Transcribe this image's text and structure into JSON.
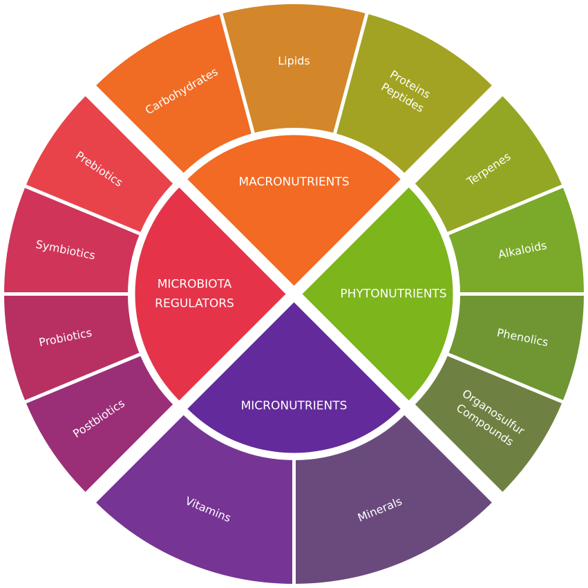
{
  "diagram": {
    "quadrants": [
      {
        "id": "macronutrients",
        "lines": [
          "MACRONUTRIENTS"
        ],
        "color": "#f26a24",
        "segments": [
          {
            "lines": [
              "Carbohydrates"
            ],
            "color": "#f06b24"
          },
          {
            "lines": [
              "Lipids"
            ],
            "color": "#d3872a"
          },
          {
            "lines": [
              "Proteins",
              "Peptides"
            ],
            "color": "#a2a322"
          }
        ]
      },
      {
        "id": "phytonutrients",
        "lines": [
          "PHYTONUTRIENTS"
        ],
        "color": "#7db51c",
        "segments": [
          {
            "lines": [
              "Terpenes"
            ],
            "color": "#94a724"
          },
          {
            "lines": [
              "Alkaloids"
            ],
            "color": "#7ba92a"
          },
          {
            "lines": [
              "Phenolics"
            ],
            "color": "#6f9632"
          },
          {
            "lines": [
              "Organosulfur",
              "Compounds"
            ],
            "color": "#6e8142"
          }
        ]
      },
      {
        "id": "micronutrients",
        "lines": [
          "MICRONUTRIENTS"
        ],
        "color": "#632a9b",
        "segments": [
          {
            "lines": [
              "Minerals"
            ],
            "color": "#6a4a7c"
          },
          {
            "lines": [
              "Vitamins"
            ],
            "color": "#763494"
          }
        ]
      },
      {
        "id": "microbiota-regulators",
        "lines": [
          "MICROBIOTA",
          "REGULATORS"
        ],
        "color": "#e5344a",
        "segments": [
          {
            "lines": [
              "Postbiotics"
            ],
            "color": "#9a2f78"
          },
          {
            "lines": [
              "Probiotics"
            ],
            "color": "#b83062"
          },
          {
            "lines": [
              "Symbiotics"
            ],
            "color": "#d13459"
          },
          {
            "lines": [
              "Prebiotics"
            ],
            "color": "#e8434a"
          }
        ]
      }
    ]
  }
}
